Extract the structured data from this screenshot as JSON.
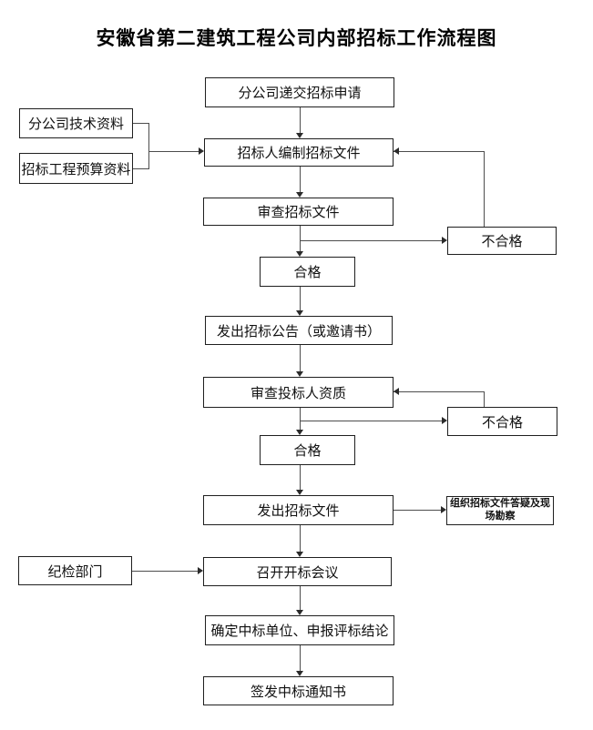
{
  "title": "安徽省第二建筑工程公司内部招标工作流程图",
  "flow": {
    "submit_application": "分公司递交招标申请",
    "technical_docs": "分公司技术资料",
    "budget_docs": "招标工程预算资料",
    "prepare_documents": "招标人编制招标文件",
    "review_documents": "审查招标文件",
    "fail_review_documents": "不合格",
    "pass_review_documents": "合格",
    "announcement": "发出招标公告（或邀请书）",
    "review_bidders": "审查投标人资质",
    "fail_review_bidders": "不合格",
    "pass_review_bidders": "合格",
    "issue_documents": "发出招标文件",
    "qa_site_survey": "组织招标文件答疑及现场勘察",
    "discipline_dept": "纪检部门",
    "bid_opening": "召开开标会议",
    "determine_winner": "确定中标单位、申报评标结论",
    "issue_notice": "签发中标通知书"
  },
  "colors": {
    "background": "#ffffff",
    "box_border": "#1f1f1f",
    "line": "#4d4d4d",
    "text": "#111111"
  }
}
